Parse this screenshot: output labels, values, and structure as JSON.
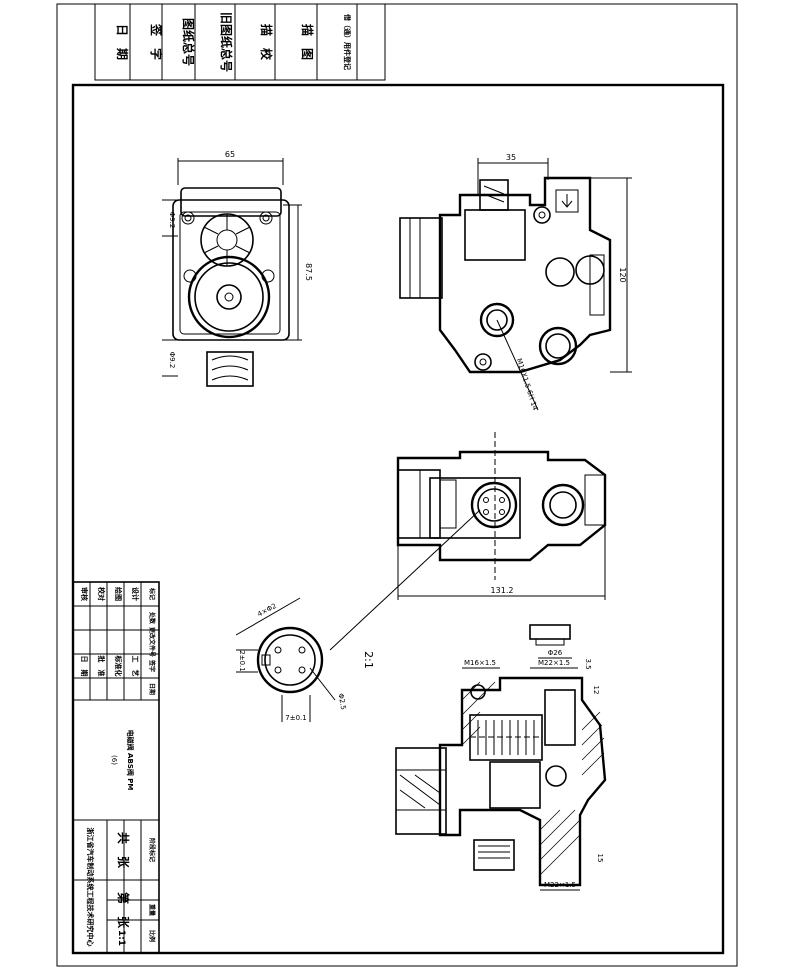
{
  "revision_block": {
    "labels": [
      "日　期",
      "签　字",
      "图纸总号",
      "旧图纸总号",
      "描　校",
      "描　图",
      "借（通）用件登记"
    ]
  },
  "dimensions": {
    "top_left_width": "65",
    "top_left_height": "87.5",
    "top_left_hole_top": "Φ9.2",
    "top_left_hole_bottom": "Φ9.2",
    "top_right_offset": "35",
    "top_right_height": "120",
    "port_thread": "M16X1.5-6H 14",
    "middle_width": "131.2",
    "detail_scale": "2:1",
    "detail_dim_a": "2±0.1",
    "detail_dim_b": "7±0.1",
    "detail_dim_c": "Φ2.5",
    "detail_dim_d": "4×Φ2",
    "section_m16": "M16×1.5",
    "section_m22_top": "M22×1.5",
    "section_phi26": "Φ26",
    "section_3_5": "3.5",
    "section_12": "12",
    "section_15": "15",
    "section_m22_bottom": "M22×1.5"
  },
  "title_block": {
    "rows": [
      [
        "标记",
        "处数",
        "更改文件号",
        "签字",
        "日期"
      ],
      [
        "设计",
        "",
        "",
        "工　艺",
        ""
      ],
      [
        "绘图",
        "",
        "",
        "标准化",
        ""
      ],
      [
        "校对",
        "",
        "",
        "批　准",
        ""
      ],
      [
        "审核",
        "",
        "",
        "日　期",
        ""
      ]
    ],
    "part_name": "电磁阀 ABS阀 PM",
    "part_sub": "(6)",
    "count_total": "共　张",
    "count_page": "第　张",
    "weight_label": "重量",
    "scale_label": "比例",
    "scale": "1:1",
    "stage_label": "阶段标记",
    "company": "浙江省汽车制动系统工程技术研究中心"
  }
}
